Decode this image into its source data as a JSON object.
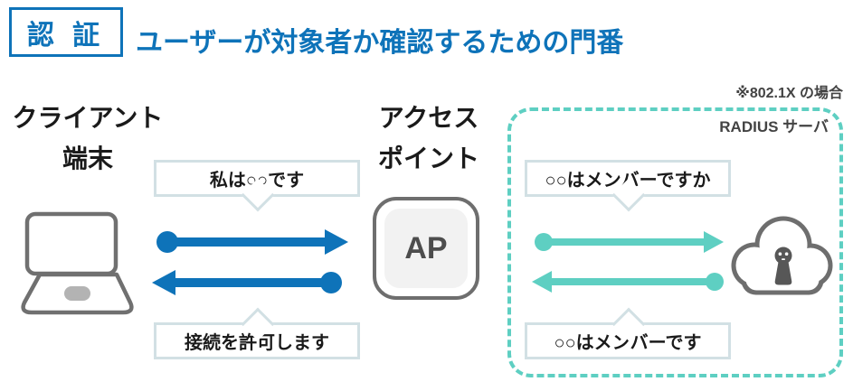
{
  "header": {
    "badge_label": "認 証",
    "title": "ユーザーが対象者か確認するための門番"
  },
  "client": {
    "label_line1": "クライアント",
    "label_line2": "端末"
  },
  "access_point": {
    "label_line1": "アクセス",
    "label_line2": "ポイント",
    "device_text": "AP"
  },
  "radius_section": {
    "note": "※802.1X の場合",
    "server_label": "RADIUS サーバ"
  },
  "messages": {
    "client_to_ap": "私は○○です",
    "ap_to_client": "接続を許可します",
    "ap_to_radius": "○○はメンバーですか",
    "radius_to_ap": "○○はメンバーです"
  },
  "icons": {
    "client": "laptop-icon",
    "access_point": "ap-device-box",
    "radius_server": "cloud-person-icon"
  },
  "colors": {
    "accent_blue": "#0e73b9",
    "accent_teal": "#5ecfc2",
    "bubble_border": "#d2e0e4",
    "outline_gray": "#6e6e6e",
    "note_gray": "#434343"
  }
}
